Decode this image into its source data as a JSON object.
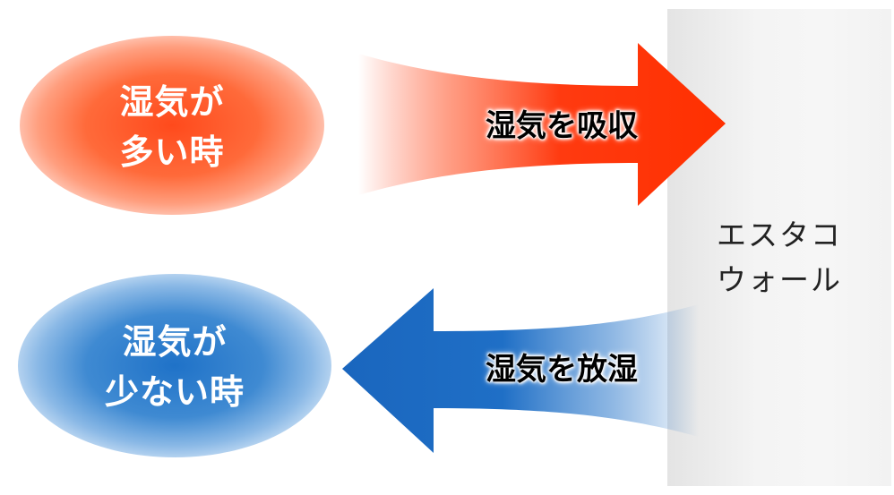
{
  "colors": {
    "humid": "#ff3a10",
    "dry": "#1f6fc6",
    "wall": "#ececec"
  },
  "high_humidity": {
    "line1": "湿気が",
    "line2": "多い時"
  },
  "low_humidity": {
    "line1": "湿気が",
    "line2": "少ない時"
  },
  "absorb_arrow": {
    "label": "湿気を吸収"
  },
  "release_arrow": {
    "label": "湿気を放湿"
  },
  "wall": {
    "line1": "エスタコ",
    "line2": "ウォール"
  }
}
